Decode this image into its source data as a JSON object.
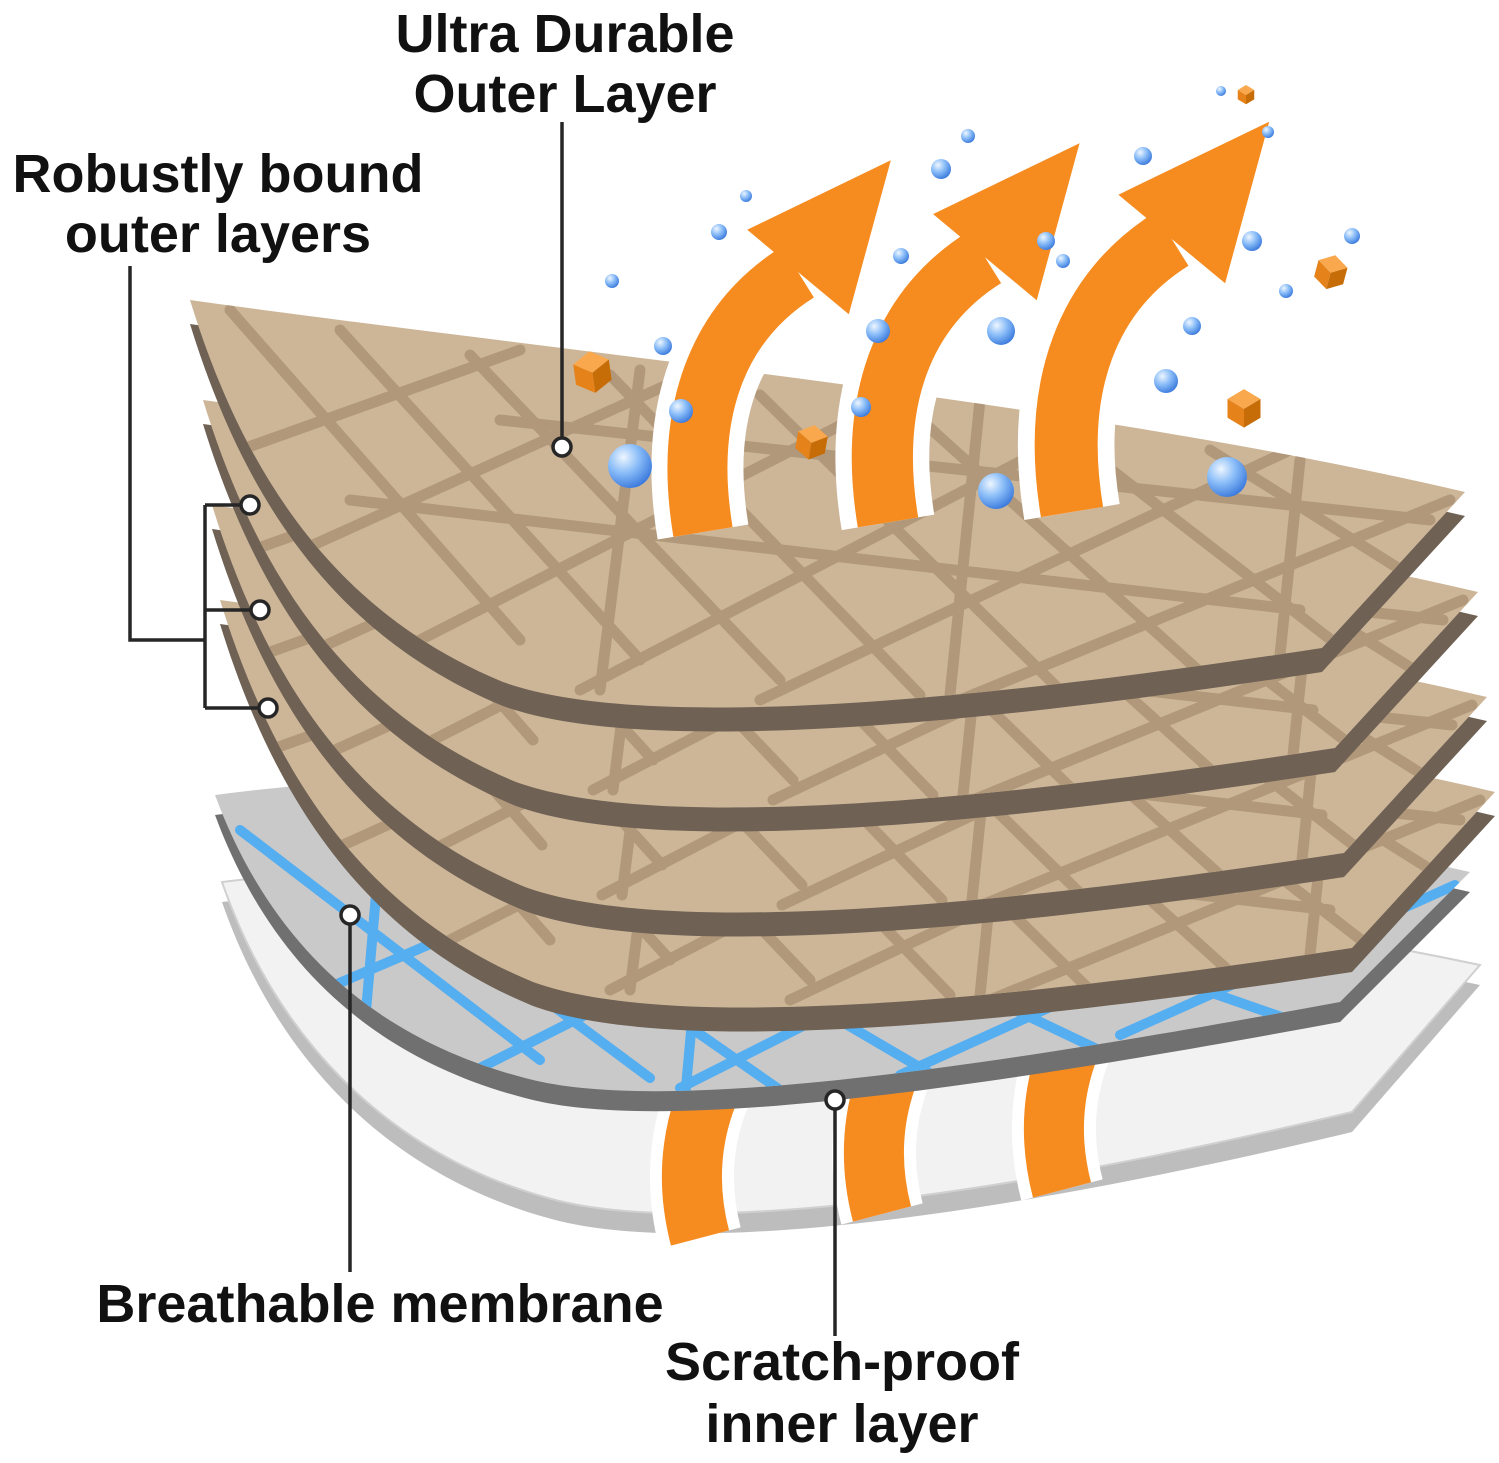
{
  "diagram": {
    "title": "Layered fabric construction diagram",
    "labels": {
      "outer_layer": {
        "line1": "Ultra Durable",
        "line2": "Outer Layer"
      },
      "bound_layers": {
        "line1": "Robustly bound",
        "line2": "outer layers"
      },
      "membrane": {
        "line1": "Breathable membrane"
      },
      "inner_layer": {
        "line1": "Scratch-proof",
        "line2": "inner layer"
      }
    },
    "colors": {
      "background": "#ffffff",
      "outer_fabric": "#cdb698",
      "outer_fabric_weave": "#b1987a",
      "outer_fabric_edge": "#6f6154",
      "membrane_surface": "#c9c9c9",
      "membrane_weave": "#55aef0",
      "membrane_edge": "#707070",
      "inner_layer": "#f2f2f2",
      "inner_layer_edge": "#bdbdbd",
      "airflow_arrow": "#f68b1f",
      "dirt_cube_top": "#f9a84d",
      "dirt_cube_left": "#e5831a",
      "dirt_cube_right": "#c66d08",
      "water_droplet": "#2e6fd8",
      "label_text": "#111111"
    }
  }
}
